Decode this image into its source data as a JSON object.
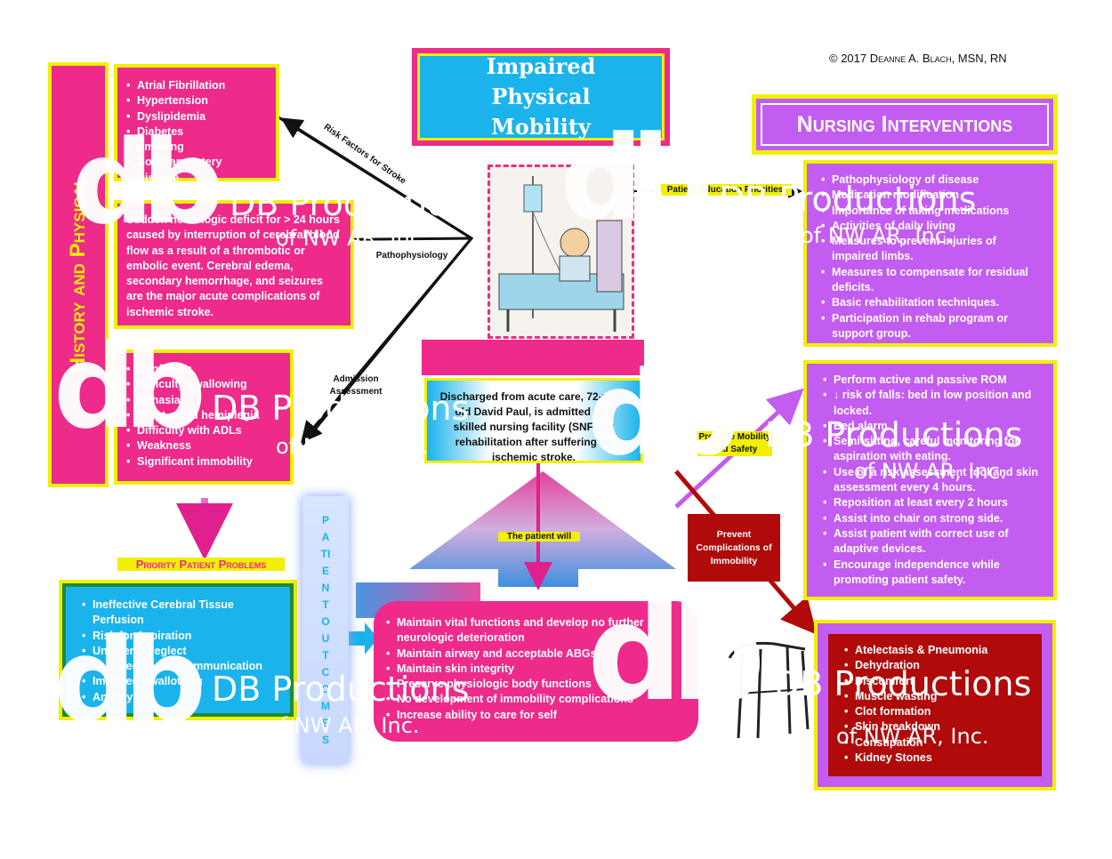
{
  "copyright": "© 2017 Deanne A. Blach, MSN, RN",
  "title": "Impaired Physical Mobility",
  "history_label": "History and Physical",
  "risk_factors": [
    "Atrial Fibrillation",
    "Hypertension",
    "Dyslipidemia",
    "Diabetes",
    "Smoking",
    "Coronary Artery Disease"
  ],
  "pathophysiology_text": "Sudden neurologic deficit for > 24 hours caused by interruption of cerebral blood flow as a result of a thrombotic or embolic event.  Cerebral edema, secondary hemorrhage, and seizures are the major acute complications of ischemic stroke.",
  "assessment_items": [
    "Confusion",
    "Difficulty swallowing",
    "Aphasia",
    "Right-sided hemiplegia",
    "Difficulty with ADLs",
    "Weakness",
    "Significant immobility"
  ],
  "arrow_labels": {
    "risk": "Risk Factors for Stroke",
    "patho": "Pathophysiology",
    "admission": "Admission Assessment",
    "education": "Patient Education Priorities",
    "promote": "Promote Mobility and Safety",
    "will": "The patient will",
    "prevent": "Prevent Complications of Immobility"
  },
  "case_text": "Discharged from acute care, 72-year-old David Paul, is admitted to a skilled nursing facility (SNF) for rehabilitation after suffering an ischemic stroke.",
  "priority_title": "Priority Patient Problems",
  "priority_items": [
    "Ineffective Cerebral Tissue Perfusion",
    "Risk for Aspiration",
    "Unilateral Neglect",
    "Impaired Verbal Communication",
    "Impaired Swallowing",
    "Anxiety"
  ],
  "outcomes_label": "PATIENT OUTCOMES",
  "outcome_items": [
    "Maintain vital functions and develop no further neurologic deterioration",
    "Maintain airway and acceptable ABGs",
    "Maintain skin integrity",
    "Preserve physiologic body functions",
    "No development of immobility complications",
    "Increase ability to care for self"
  ],
  "nursing_title": "Nursing Interventions",
  "education_items": [
    "Pathophysiology of disease",
    "Medication modification",
    "Importance of taking medications",
    "Activities of daily living",
    "Measures to prevent injuries of impaired limbs.",
    "Measures to compensate for residual deficits.",
    "Basic rehabilitation techniques.",
    "Participation in rehab program or support group."
  ],
  "mobility_items": [
    "Perform active and passive ROM",
    "↓ risk of falls: bed in low position and locked.",
    "Bed alarm",
    "Semi-sitting, careful monitoring for aspiration with eating.",
    "Use of a risk assessment tool and skin assessment every 4 hours.",
    "Reposition at least every 2 hours",
    "Assist into chair on strong side.",
    "Assist patient with correct use of adaptive devices.",
    "Encourage independence while promoting patient safety."
  ],
  "complication_items": [
    "Atelectasis & Pneumonia",
    "Dehydration",
    "Discomfort",
    "Muscle wasting",
    "Clot formation",
    "Skin breakdown",
    "Constipation",
    "Kidney Stones"
  ],
  "watermark": {
    "logo": "db",
    "name": "DB Productions",
    "sub": "of NW AR, Inc."
  },
  "colors": {
    "magenta": "#ee2a8a",
    "violet": "#c35cf0",
    "cyan": "#1ab3ec",
    "yellow": "#f2f000",
    "darkred": "#b00a0a"
  }
}
